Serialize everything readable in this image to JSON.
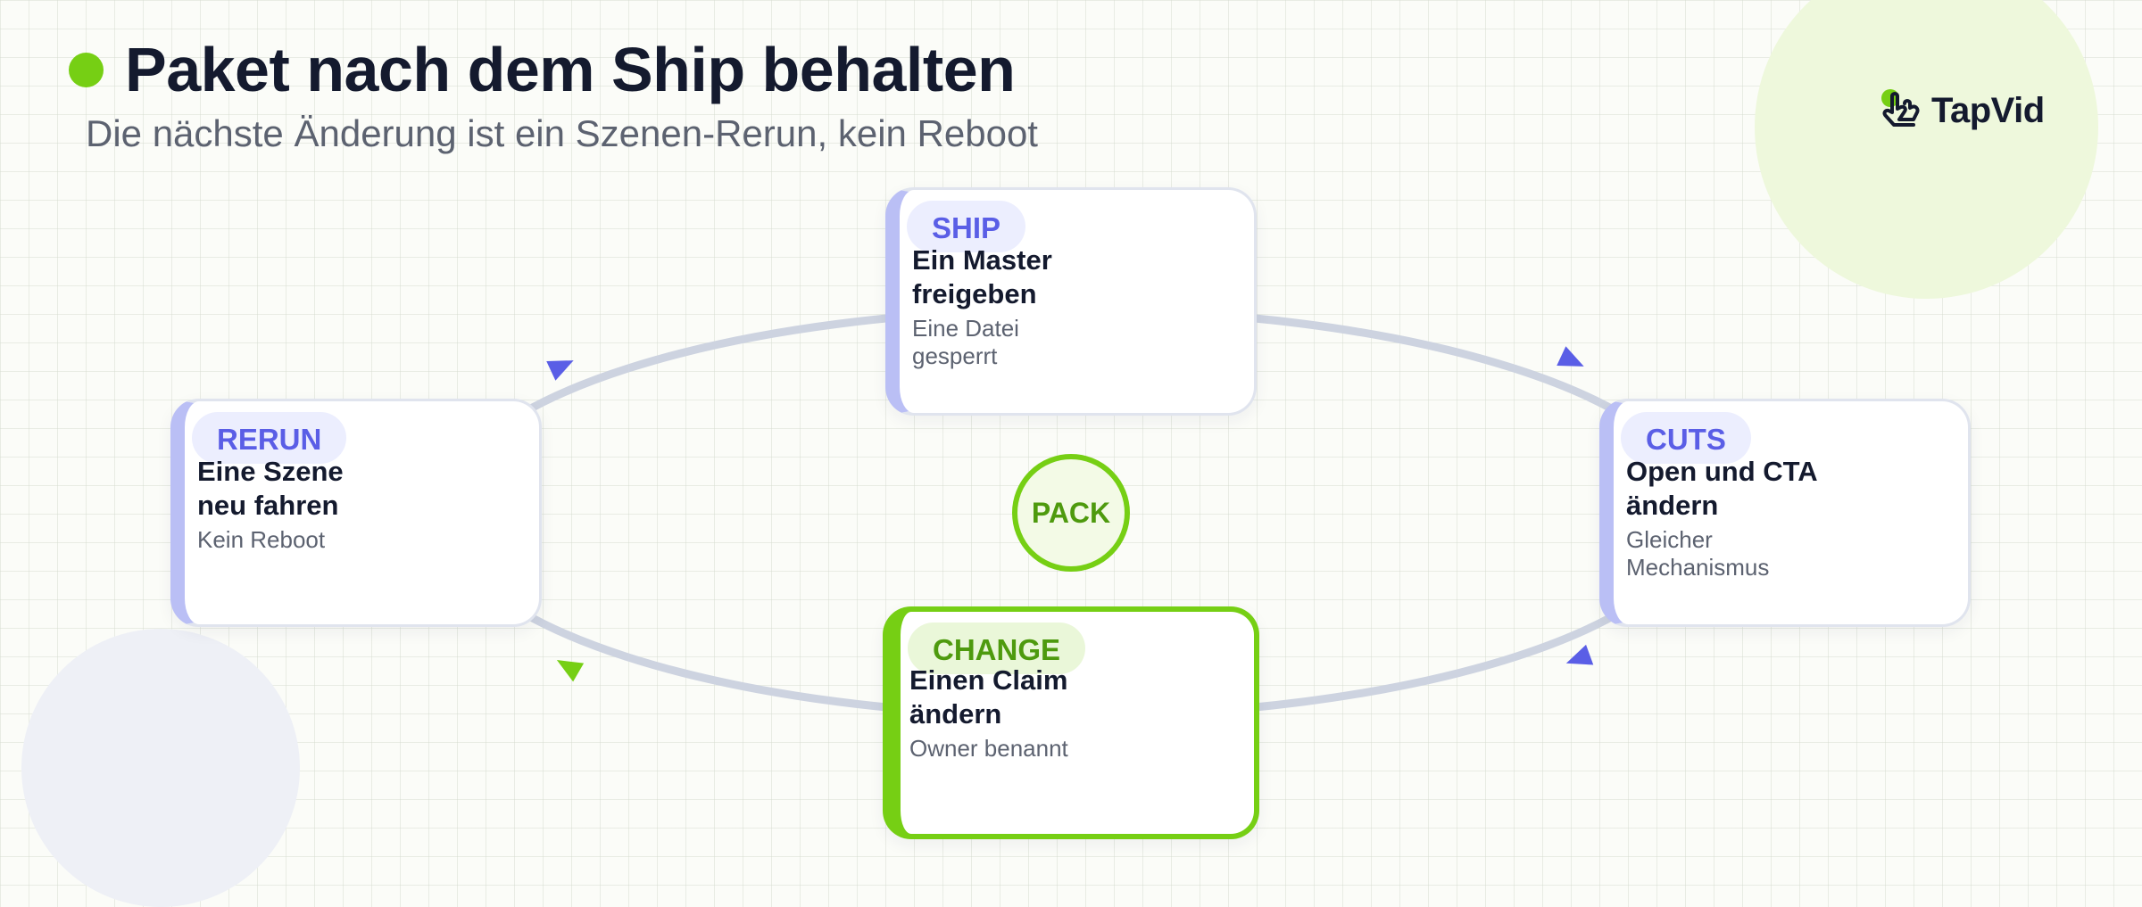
{
  "header": {
    "title": "Paket nach dem Ship behalten",
    "subtitle": "Die nächste Änderung ist ein Szenen-Rerun, kein Reboot"
  },
  "logo": {
    "text": "TapVid",
    "icon": "hand-pointer-icon"
  },
  "center": {
    "label": "PACK"
  },
  "nodes": {
    "ship": {
      "tag": "SHIP",
      "title": "Ein Master freigeben",
      "sub": "Eine Datei gesperrt"
    },
    "cuts": {
      "tag": "CUTS",
      "title": "Open und CTA ändern",
      "sub": "Gleicher Mechanismus"
    },
    "change": {
      "tag": "CHANGE",
      "title": "Einen Claim ändern",
      "sub": "Owner benannt"
    },
    "rerun": {
      "tag": "RERUN",
      "title": "Eine Szene neu fahren",
      "sub": "Kein Reboot"
    }
  },
  "colors": {
    "accent_green": "#76cf14",
    "accent_blue": "#5a5ee6",
    "ring": "#cdd3e0",
    "text_dark": "#141a2e",
    "text_muted": "#5c6270"
  }
}
